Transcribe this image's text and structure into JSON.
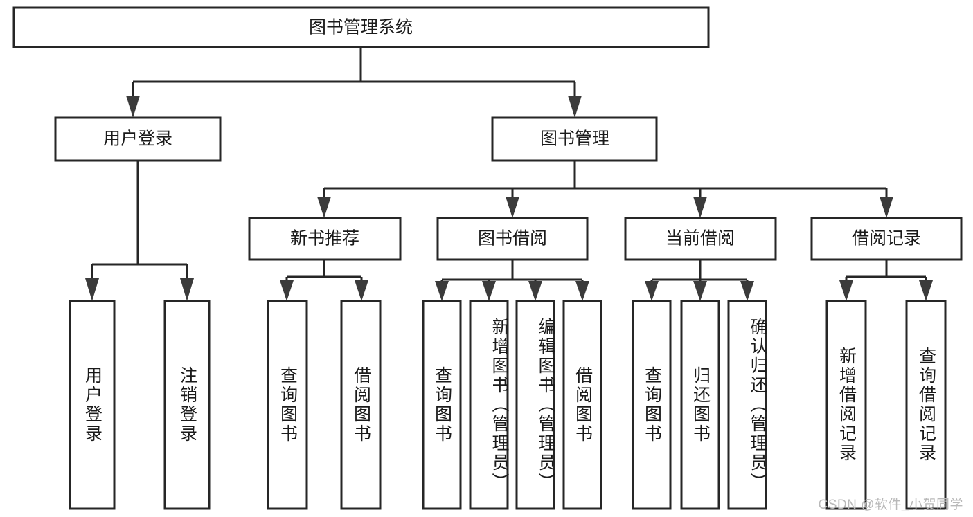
{
  "diagram": {
    "title": "图书管理系统",
    "type": "tree-hierarchy",
    "watermark": "CSDN @软件_小贺同学",
    "colors": {
      "box_stroke": "#262626",
      "box_fill": "#ffffff",
      "text": "#1a1a1a",
      "connector": "#262626",
      "watermark": "#b9b9b9",
      "background": "#ffffff"
    },
    "root": {
      "label": "图书管理系统"
    },
    "level2": [
      {
        "label": "用户登录"
      },
      {
        "label": "图书管理"
      }
    ],
    "level3": [
      {
        "label": "新书推荐"
      },
      {
        "label": "图书借阅"
      },
      {
        "label": "当前借阅"
      },
      {
        "label": "借阅记录"
      }
    ],
    "leaves": {
      "user_login": [
        {
          "label": "用户登录"
        },
        {
          "label": "注销登录"
        }
      ],
      "new_book_recommend": [
        {
          "label": "查询图书"
        },
        {
          "label": "借阅图书"
        }
      ],
      "book_borrow": [
        {
          "label": "查询图书"
        },
        {
          "label": "新增图书（管理员）"
        },
        {
          "label": "编辑图书（管理员）"
        },
        {
          "label": "借阅图书"
        }
      ],
      "current_borrow": [
        {
          "label": "查询图书"
        },
        {
          "label": "归还图书"
        },
        {
          "label": "确认归还（管理员）"
        }
      ],
      "borrow_record": [
        {
          "label": "新增借阅记录"
        },
        {
          "label": "查询借阅记录"
        }
      ]
    }
  }
}
